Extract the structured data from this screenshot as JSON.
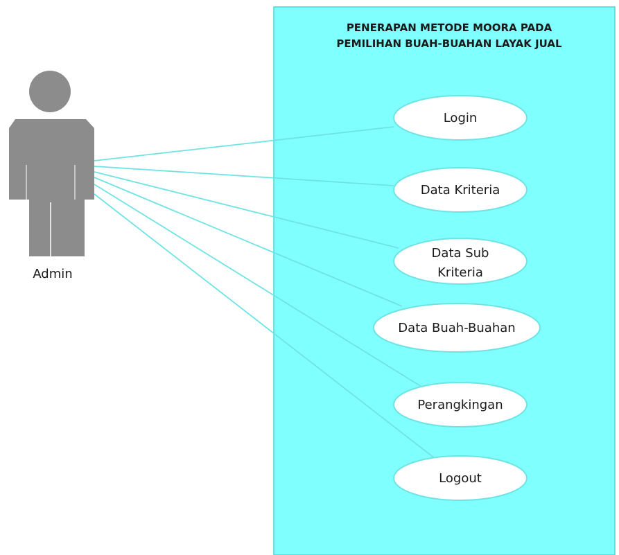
{
  "diagram": {
    "system": {
      "title_line1": "PENERAPAN METODE MOORA PADA",
      "title_line2": "PEMILIHAN BUAH-BUAHAN LAYAK JUAL",
      "fill_color": "#80ffff",
      "border_color": "#4fd6d6"
    },
    "actor": {
      "label": "Admin",
      "color": "#8c8c8c",
      "icon": "person-icon"
    },
    "use_cases": [
      {
        "label": "Login"
      },
      {
        "label": "Data Kriteria"
      },
      {
        "label_line1": "Data Sub",
        "label_line2": "Kriteria"
      },
      {
        "label": "Data Buah-Buahan"
      },
      {
        "label": "Perangkingan"
      },
      {
        "label": "Logout"
      }
    ],
    "connector_color": "#6fe3e3"
  }
}
